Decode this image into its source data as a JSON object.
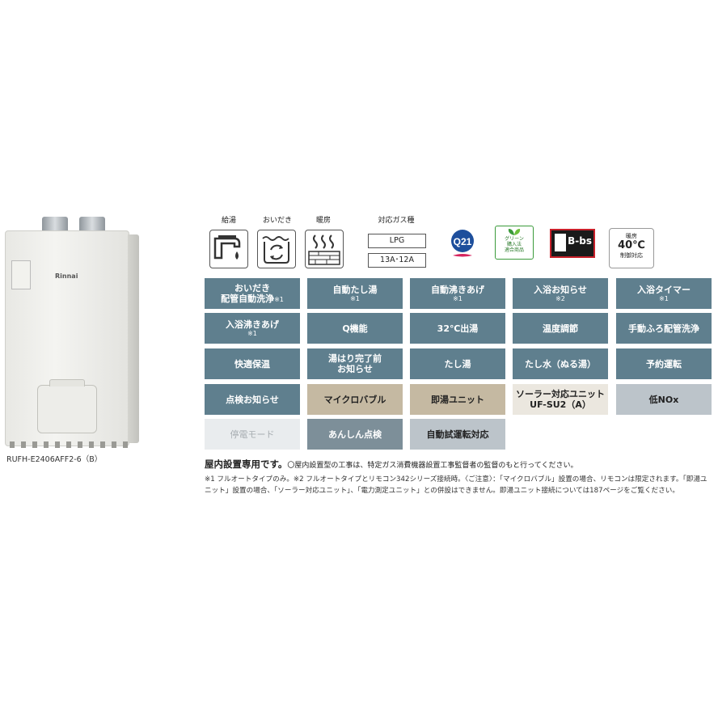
{
  "product": {
    "brand": "Rinnai",
    "model": "RUFH-E2406AFF2-6（B）"
  },
  "icons": {
    "kyuto": "給湯",
    "oidaki": "おいだき",
    "danbo": "暖房",
    "gas_label": "対応ガス種",
    "gas_lpg": "LPG",
    "gas_city": "13A･12A",
    "q21": "Q21",
    "green": [
      "グリーン",
      "購入法",
      "適合商品"
    ],
    "bbs": "B-bs",
    "temp": {
      "line1": "暖房",
      "line2": "40℃",
      "line3": "制御対応"
    }
  },
  "features": [
    {
      "label": "おいだき配管自動洗浄",
      "label2": "",
      "note": "※1",
      "inline_note": true,
      "style": "blue"
    },
    {
      "label": "自動たし湯",
      "label2": "",
      "note": "※1",
      "style": "blue"
    },
    {
      "label": "自動沸きあげ",
      "label2": "",
      "note": "※1",
      "style": "blue"
    },
    {
      "label": "入浴お知らせ",
      "label2": "",
      "note": "※2",
      "style": "blue"
    },
    {
      "label": "入浴タイマー",
      "label2": "",
      "note": "※1",
      "style": "blue"
    },
    {
      "label": "入浴沸きあげ",
      "label2": "",
      "note": "※1",
      "style": "blue"
    },
    {
      "label": "Q機能",
      "label2": "",
      "note": "",
      "style": "blue"
    },
    {
      "label": "32℃出湯",
      "label2": "",
      "note": "",
      "style": "blue"
    },
    {
      "label": "温度調節",
      "label2": "",
      "note": "",
      "style": "blue"
    },
    {
      "label": "手動ふろ配管洗浄",
      "label2": "",
      "note": "",
      "style": "blue"
    },
    {
      "label": "快適保温",
      "label2": "",
      "note": "",
      "style": "blue"
    },
    {
      "label": "湯はり完了前",
      "label2": "お知らせ",
      "note": "",
      "style": "blue"
    },
    {
      "label": "たし湯",
      "label2": "",
      "note": "",
      "style": "blue"
    },
    {
      "label": "たし水（ぬる湯）",
      "label2": "",
      "note": "",
      "style": "blue"
    },
    {
      "label": "予約運転",
      "label2": "",
      "note": "",
      "style": "blue"
    },
    {
      "label": "点検お知らせ",
      "label2": "",
      "note": "",
      "style": "blue"
    },
    {
      "label": "マイクロバブル",
      "label2": "",
      "note": "",
      "style": "tan"
    },
    {
      "label": "即湯ユニット",
      "label2": "",
      "note": "",
      "style": "tan"
    },
    {
      "label": "ソーラー対応ユニット",
      "label2": "UF-SU2（A）",
      "note": "",
      "style": "cream"
    },
    {
      "label": "低NOx",
      "label2": "",
      "note": "",
      "style": "lightgray"
    },
    {
      "label": "停電モード",
      "label2": "",
      "note": "",
      "style": "palegray"
    },
    {
      "label": "あんしん点検",
      "label2": "",
      "note": "",
      "style": "graybl"
    },
    {
      "label": "自動試運転対応",
      "label2": "",
      "note": "",
      "style": "lightgray"
    }
  ],
  "notes": {
    "install_strong": "屋内設置専用です。",
    "install_rest": "〇屋内設置型の工事は、特定ガス消費機器設置工事監督者の監督のもと行ってください。",
    "footnote": "※1 フルオートタイプのみ。※2 フルオートタイプとリモコン342シリーズ接続時。〈ご注意〉：「マイクロバブル」設置の場合、リモコンは限定されます。「即湯ユニット」設置の場合、「ソーラー対応ユニット」、「電力測定ユニット」との併設はできません。即湯ユニット接続については187ページをご覧ください。"
  }
}
